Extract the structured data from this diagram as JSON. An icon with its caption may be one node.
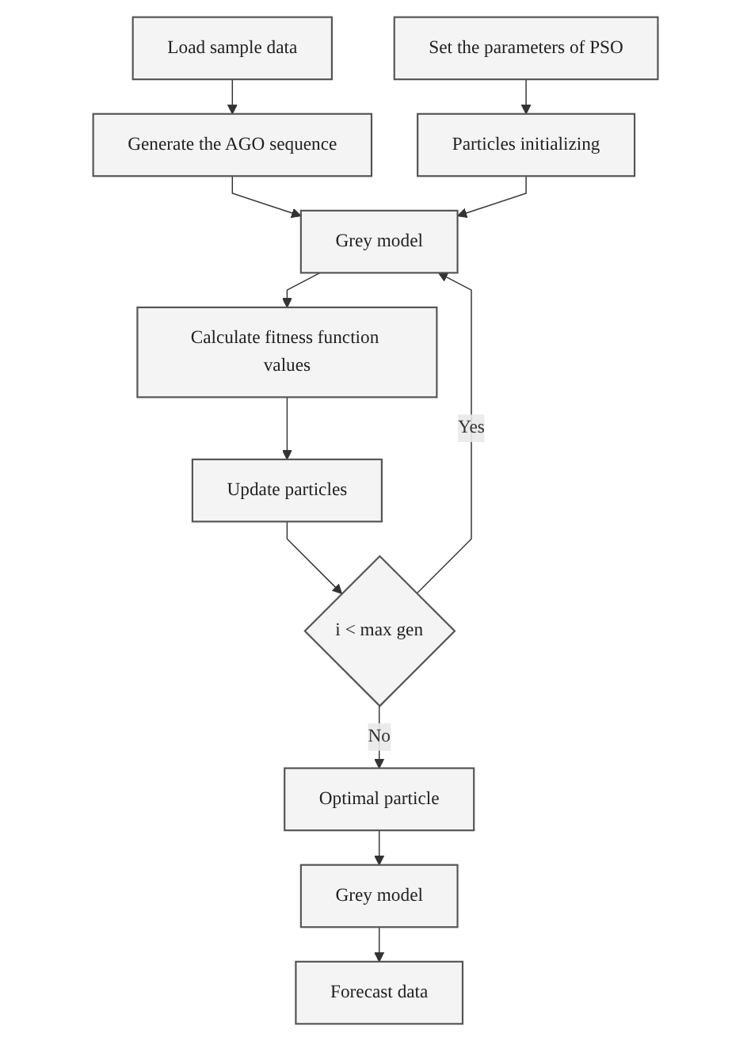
{
  "diagram": {
    "nodes": [
      {
        "text": [
          "Load sample data"
        ]
      },
      {
        "text": [
          "Generate the AGO sequence"
        ]
      },
      {
        "text": [
          "Grey model"
        ]
      },
      {
        "text": [
          "Particles initializing"
        ]
      },
      {
        "text": [
          "Set the parameters of PSO"
        ]
      },
      {
        "text": [
          "Calculate fitness function values"
        ]
      },
      {
        "text": [
          "Update particles"
        ]
      },
      {
        "text": [
          "i < max gen"
        ]
      },
      {
        "text": [
          "Optimal particle"
        ]
      },
      {
        "text": [
          "Grey model"
        ]
      },
      {
        "text": [
          "Forecast data"
        ]
      }
    ],
    "edges": [
      {
        "from": 0,
        "to": 1,
        "arrow": "to"
      },
      {
        "from": 1,
        "to": 2,
        "arrow": "to"
      },
      {
        "from": 4,
        "to": 3,
        "arrow": "to"
      },
      {
        "from": 3,
        "to": 2,
        "arrow": "to"
      },
      {
        "from": 2,
        "to": 5,
        "arrow": "to"
      },
      {
        "from": 5,
        "to": 6,
        "arrow": "to"
      },
      {
        "from": 6,
        "to": 7,
        "arrow": "to"
      },
      {
        "from": 7,
        "to": 2,
        "arrow": "to",
        "label": "Yes"
      },
      {
        "from": 7,
        "to": 8,
        "arrow": "to",
        "label": "No"
      },
      {
        "from": 8,
        "to": 9,
        "arrow": "to"
      },
      {
        "from": 9,
        "to": 10,
        "arrow": "to"
      }
    ]
  }
}
